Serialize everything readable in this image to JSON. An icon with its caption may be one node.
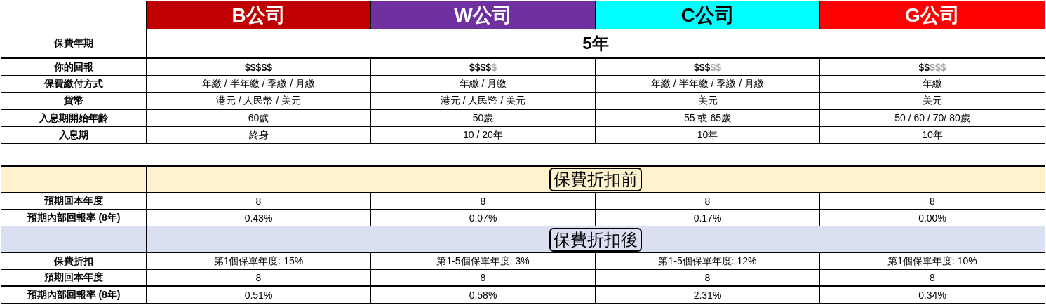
{
  "diagram": {
    "nodes": [
      {
        "text": [
          "保費折扣前"
        ]
      },
      {
        "text": [
          "保費折扣後"
        ]
      }
    ],
    "labels": [
      "B公司",
      "W公司",
      "C公司",
      "G公司",
      "保費年期",
      "5年",
      "你的回報",
      "$$$$$",
      "$$$$",
      "$",
      "$$$",
      "$$",
      "$$",
      "$$$",
      "保費繳付方式",
      "年繳 / 半年繳 / 季繳 / 月繳",
      "年繳 / 月繳",
      "年繳 / 半年繳 / 季繳 / 月繳",
      "年繳",
      "貨幣",
      "港元 / 人民幣 / 美元",
      "港元 / 人民幣 / 美元",
      "美元",
      "美元",
      "入息期開始年齡",
      "60歲",
      "50歲",
      "55 或 65歲",
      "50 / 60 / 70/ 80歲",
      "入息期",
      "終身",
      "10 / 20年",
      "10年",
      "10年",
      "預期回本年度",
      "8",
      "8",
      "8",
      "8",
      "預期內部回報率 (8年)",
      "0.43%",
      "0.07%",
      "0.17%",
      "0.00%",
      "保費折扣",
      "第1個保單年度: 15%",
      "第1-5個保單年度: 3%",
      "第1-5個保單年度: 12%",
      "第1個保單年度: 10%",
      "預期回本年度",
      "8",
      "8",
      "8",
      "8",
      "預期內部回報率 (8年)",
      "0.51%",
      "0.58%",
      "2.31%",
      "0.34%"
    ]
  }
}
